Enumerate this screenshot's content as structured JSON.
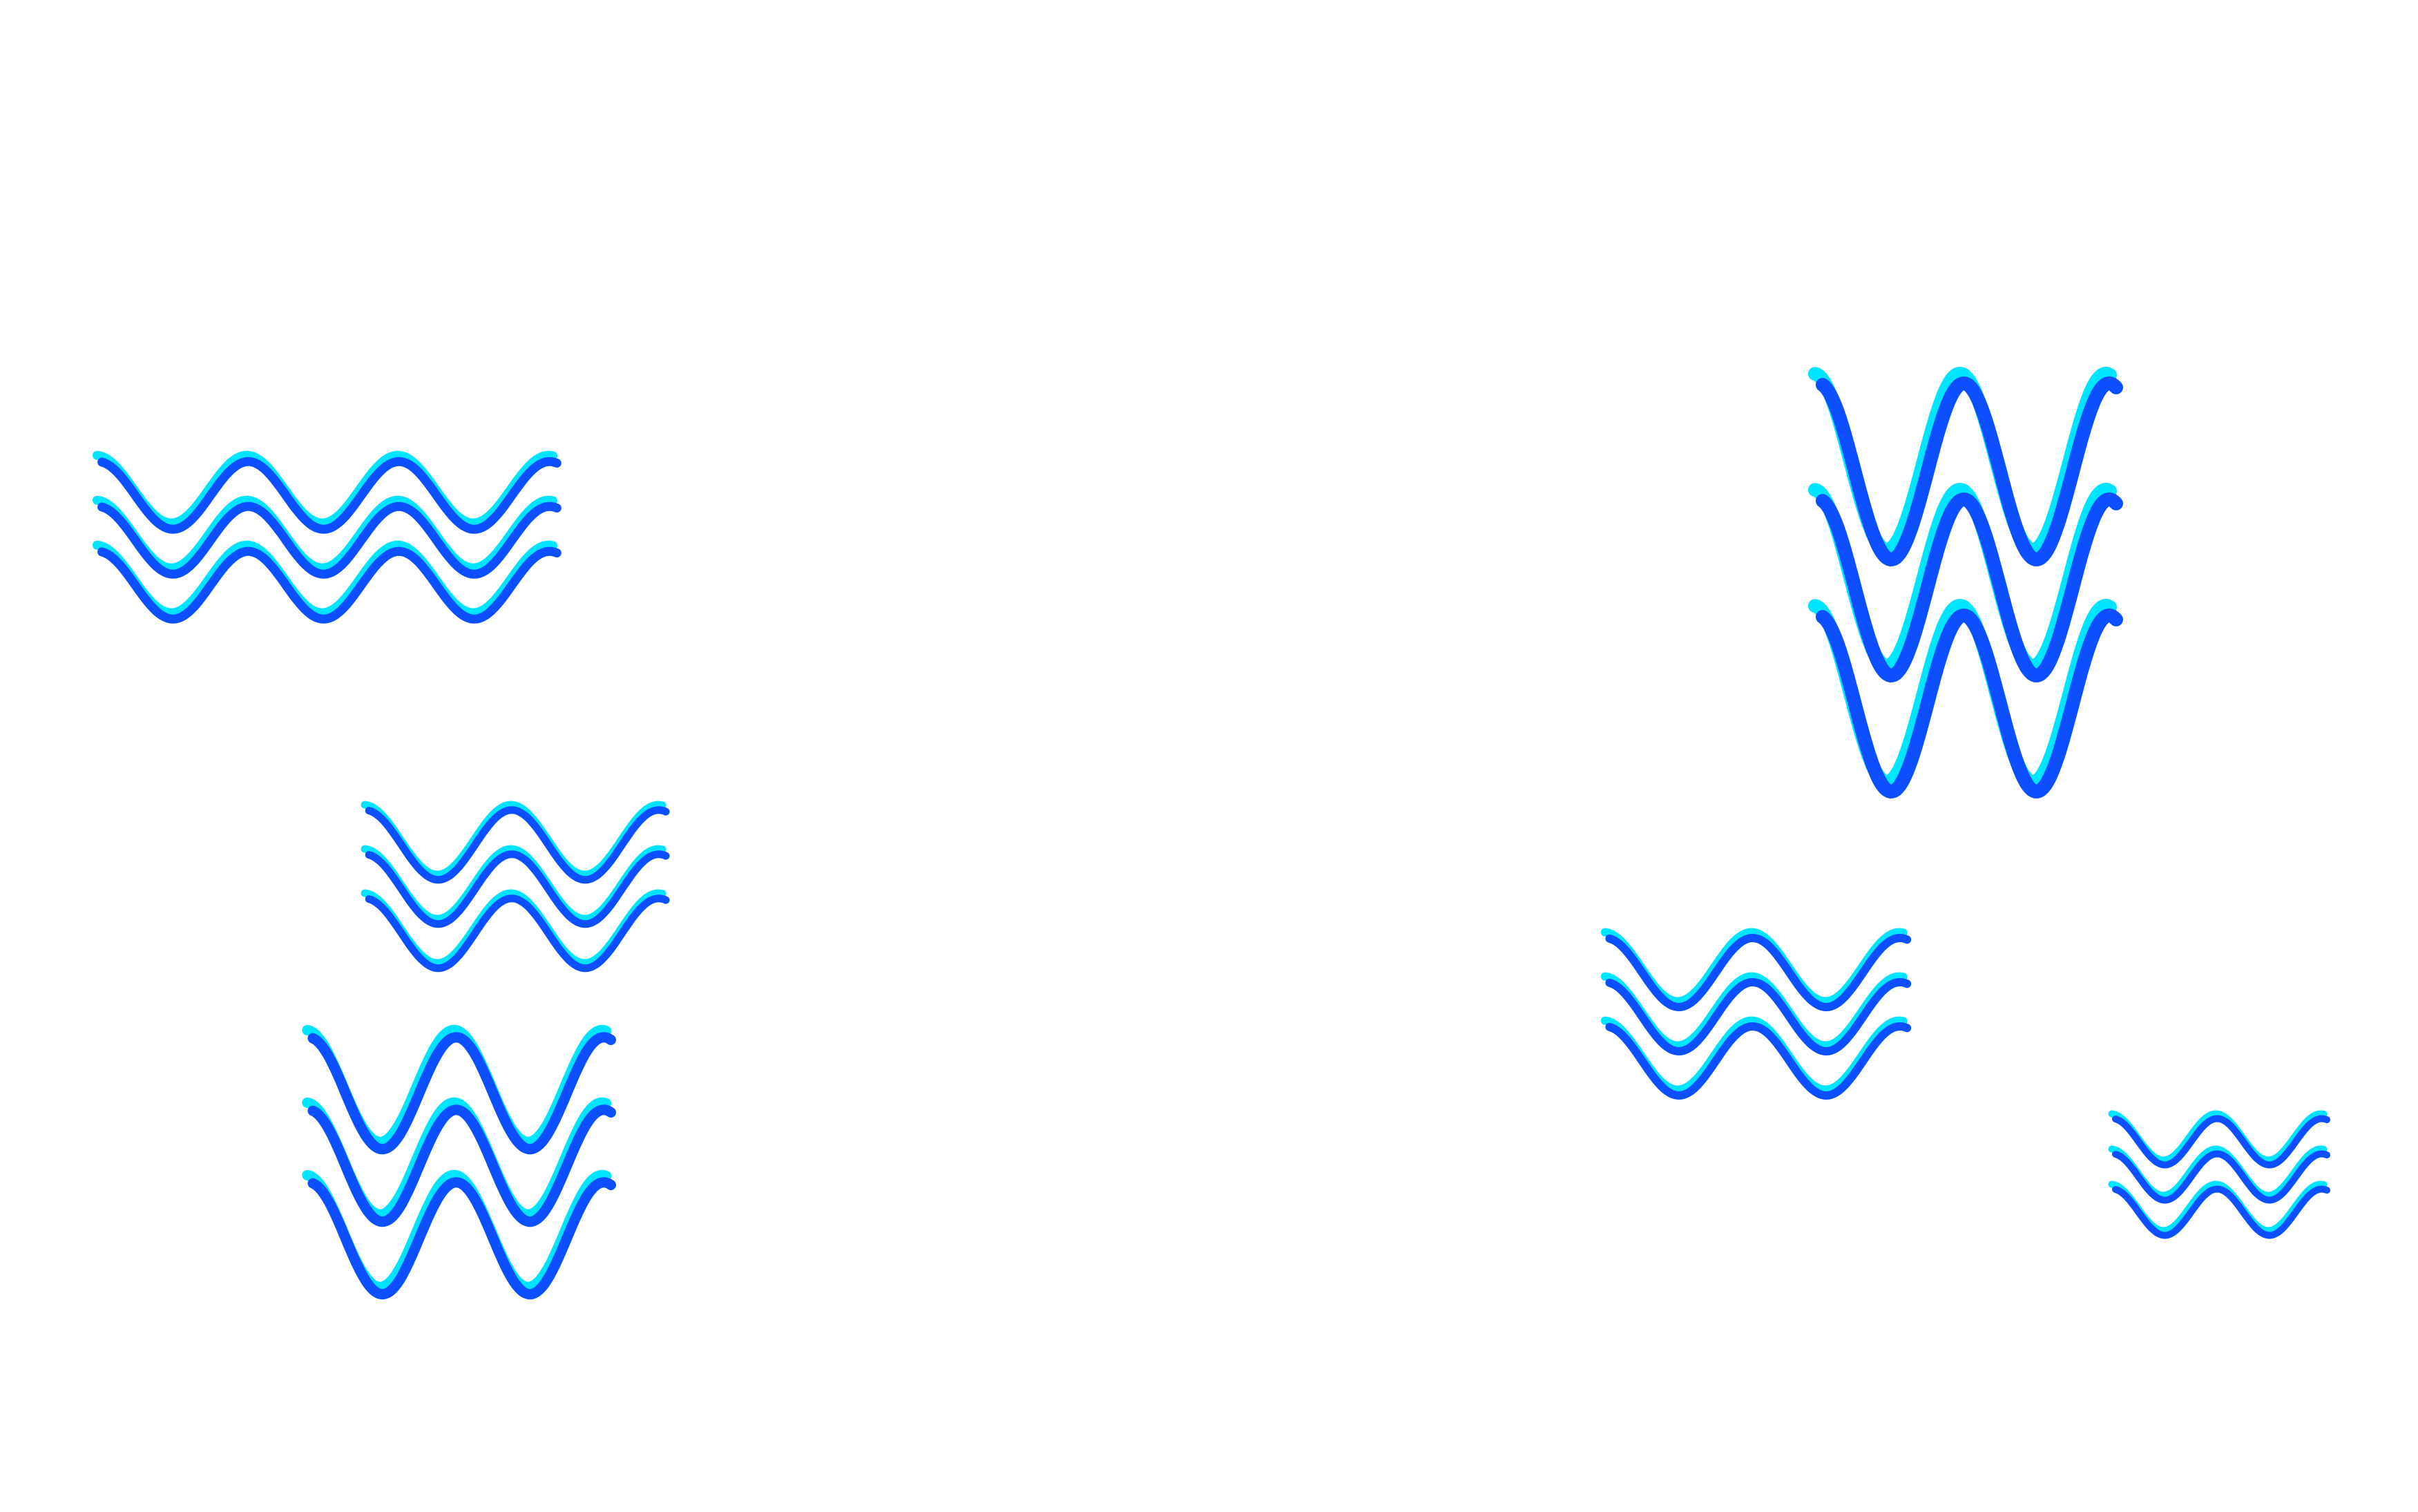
{
  "background_color": "#ffffff",
  "palette": {
    "highlight": "#00e5ff",
    "wave": "#0d4fff"
  },
  "clusters": [
    {
      "name": "wave-cluster-top-left",
      "icon": "water-waves-icon",
      "waves": 3,
      "periods": 3
    },
    {
      "name": "wave-cluster-mid-left",
      "icon": "water-waves-icon",
      "waves": 3,
      "periods": 2
    },
    {
      "name": "wave-cluster-bottom-left",
      "icon": "water-waves-icon",
      "waves": 3,
      "periods": 2
    },
    {
      "name": "wave-cluster-top-right",
      "icon": "water-waves-icon",
      "waves": 3,
      "periods": 2
    },
    {
      "name": "wave-cluster-mid-right",
      "icon": "water-waves-icon",
      "waves": 3,
      "periods": 2
    },
    {
      "name": "wave-cluster-bottom-right",
      "icon": "water-waves-icon",
      "waves": 3,
      "periods": 2
    }
  ]
}
